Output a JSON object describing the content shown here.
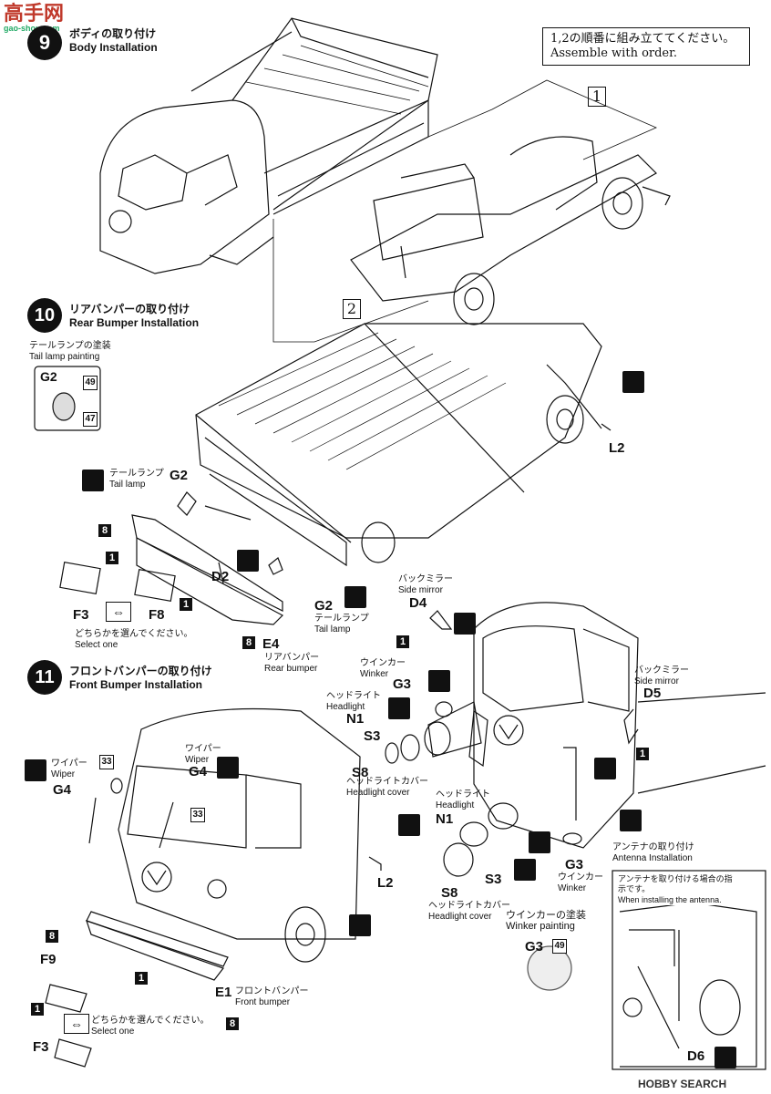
{
  "logo": {
    "text": "高手网",
    "url_text": "gao-shou.com"
  },
  "note": {
    "jp": "1,2の順番に組み立ててください。",
    "en": "Assemble with order."
  },
  "order_marks": [
    "1",
    "2"
  ],
  "steps": [
    {
      "num": "9",
      "jp": "ボディの取り付け",
      "en": "Body Installation"
    },
    {
      "num": "10",
      "jp": "リアバンパーの取り付け",
      "en": "Rear Bumper Installation"
    },
    {
      "num": "11",
      "jp": "フロントバンパーの取り付け",
      "en": "Front Bumper Installation"
    }
  ],
  "tail_paint": {
    "jp": "テールランプの塗装",
    "en": "Tail lamp painting",
    "part": "G2",
    "c1": "49",
    "c2": "47"
  },
  "rear": {
    "g2_top": {
      "jp": "テールランプ",
      "en": "Tail lamp",
      "part": "G2"
    },
    "bumper": {
      "jp": "リアバンパー",
      "en": "Rear bumper",
      "part": "E4"
    },
    "g2_bottom": {
      "jp": "テールランプ",
      "en": "Tail lamp",
      "part": "G2"
    },
    "d2": "D2",
    "l2": "L2",
    "f3": "F3",
    "f8": "F8",
    "sq1": "1",
    "sq8": "8",
    "select_jp": "どちらかを選んでください。",
    "select_en": "Select one"
  },
  "front_right": {
    "mirror_l": {
      "jp": "バックミラー",
      "en": "Side mirror",
      "part": "D4"
    },
    "mirror_r": {
      "jp": "バックミラー",
      "en": "Side mirror",
      "part": "D5"
    },
    "winker": {
      "jp": "ウインカー",
      "en": "Winker",
      "part": "G3"
    },
    "headlight": {
      "jp": "ヘッドライト",
      "en": "Headlight",
      "part": "N1"
    },
    "s3": "S3",
    "cover": {
      "jp": "ヘッドライトカバー",
      "en": "Headlight cover",
      "part": "S8"
    },
    "headlight2": {
      "jp": "ヘッドライト",
      "en": "Headlight",
      "part": "N1"
    },
    "s3b": "S3",
    "cover2": {
      "jp": "ヘッドライトカバー",
      "en": "Headlight cover",
      "part": "S8"
    },
    "winker2": {
      "jp": "ウインカー",
      "en": "Winker",
      "part": "G3"
    },
    "winker_paint": {
      "jp": "ウインカーの塗装",
      "en": "Winker painting",
      "part": "G3",
      "color": "49"
    }
  },
  "front": {
    "wiper_l": {
      "jp": "ワイパー",
      "en": "Wiper",
      "part": "G4",
      "color": "33"
    },
    "wiper_c": {
      "jp": "ワイパー",
      "en": "Wiper",
      "part": "G4",
      "color": "33"
    },
    "bumper": {
      "jp": "フロントバンパー",
      "en": "Front bumper",
      "part": "E1"
    },
    "f9": "F9",
    "f3": "F3",
    "l2": "L2",
    "select_jp": "どちらかを選んでください。",
    "select_en": "Select one"
  },
  "antenna": {
    "jp": "アンテナの取り付け",
    "en": "Antenna Installation",
    "note_jp": "アンテナを取り付ける場合の指示です。",
    "note_en": "When installing the antenna.",
    "part": "D6"
  },
  "watermark": "HOBBY SEARCH"
}
